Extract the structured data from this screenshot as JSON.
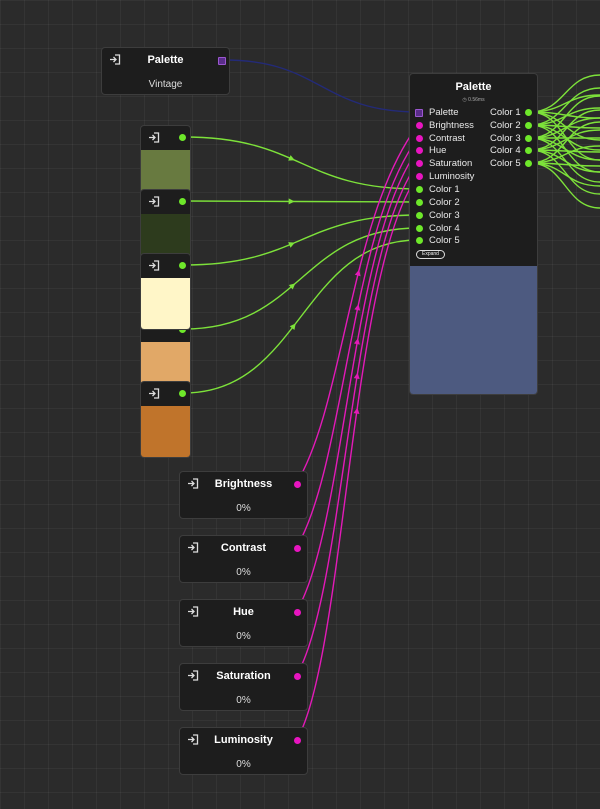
{
  "palette_source": {
    "title": "Palette",
    "value": "Vintage"
  },
  "swatches": [
    {
      "color": "#687a40"
    },
    {
      "color": "#2d3b1d"
    },
    {
      "color": "#fff6c8"
    },
    {
      "color": "#e1a867"
    },
    {
      "color": "#c0742b"
    }
  ],
  "adjusters": [
    {
      "title": "Brightness",
      "value": "0%"
    },
    {
      "title": "Contrast",
      "value": "0%"
    },
    {
      "title": "Hue",
      "value": "0%"
    },
    {
      "title": "Saturation",
      "value": "0%"
    },
    {
      "title": "Luminosity",
      "value": "0%"
    }
  ],
  "palette_main": {
    "title": "Palette",
    "timing": "0.56ms",
    "inputs": [
      "Palette",
      "Brightness",
      "Contrast",
      "Hue",
      "Saturation",
      "Luminosity",
      "Color 1",
      "Color 2",
      "Color 3",
      "Color 4",
      "Color 5"
    ],
    "outputs": [
      "Color 1",
      "Color 2",
      "Color 3",
      "Color 4",
      "Color 5"
    ],
    "expand_label": "Expand",
    "preview_color": "#4d5a80"
  },
  "colors": {
    "green_wire": "#7de23a",
    "magenta_wire": "#e31ab8",
    "blue_wire": "#232a78"
  }
}
